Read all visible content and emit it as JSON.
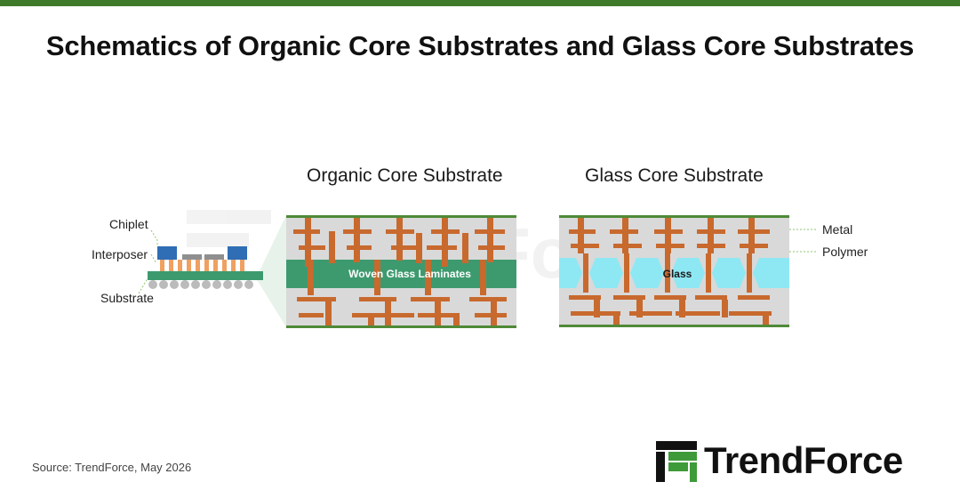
{
  "title": "Schematics of Organic Core Substrates and Glass Core Substrates",
  "source": "Source: TrendForce, May 2026",
  "brand": {
    "name": "TrendForce"
  },
  "package": {
    "labels": {
      "chiplet": "Chiplet",
      "interposer": "Interposer",
      "substrate": "Substrate"
    }
  },
  "organic": {
    "title": "Organic Core Substrate",
    "core_label": "Woven Glass Laminates"
  },
  "glass": {
    "title": "Glass Core Substrate",
    "core_label": "Glass"
  },
  "legend": {
    "metal": "Metal",
    "polymer": "Polymer"
  },
  "colors": {
    "metal": "#c8692e",
    "polymer": "#d9d9d9",
    "laminate": "#3d9a6f",
    "glass": "#8ee8f3",
    "surface": "#4f8a37",
    "chiplet": "#2f6db5",
    "interposer_pad": "#f0a060",
    "accent_bar": "#3f7a2a"
  }
}
